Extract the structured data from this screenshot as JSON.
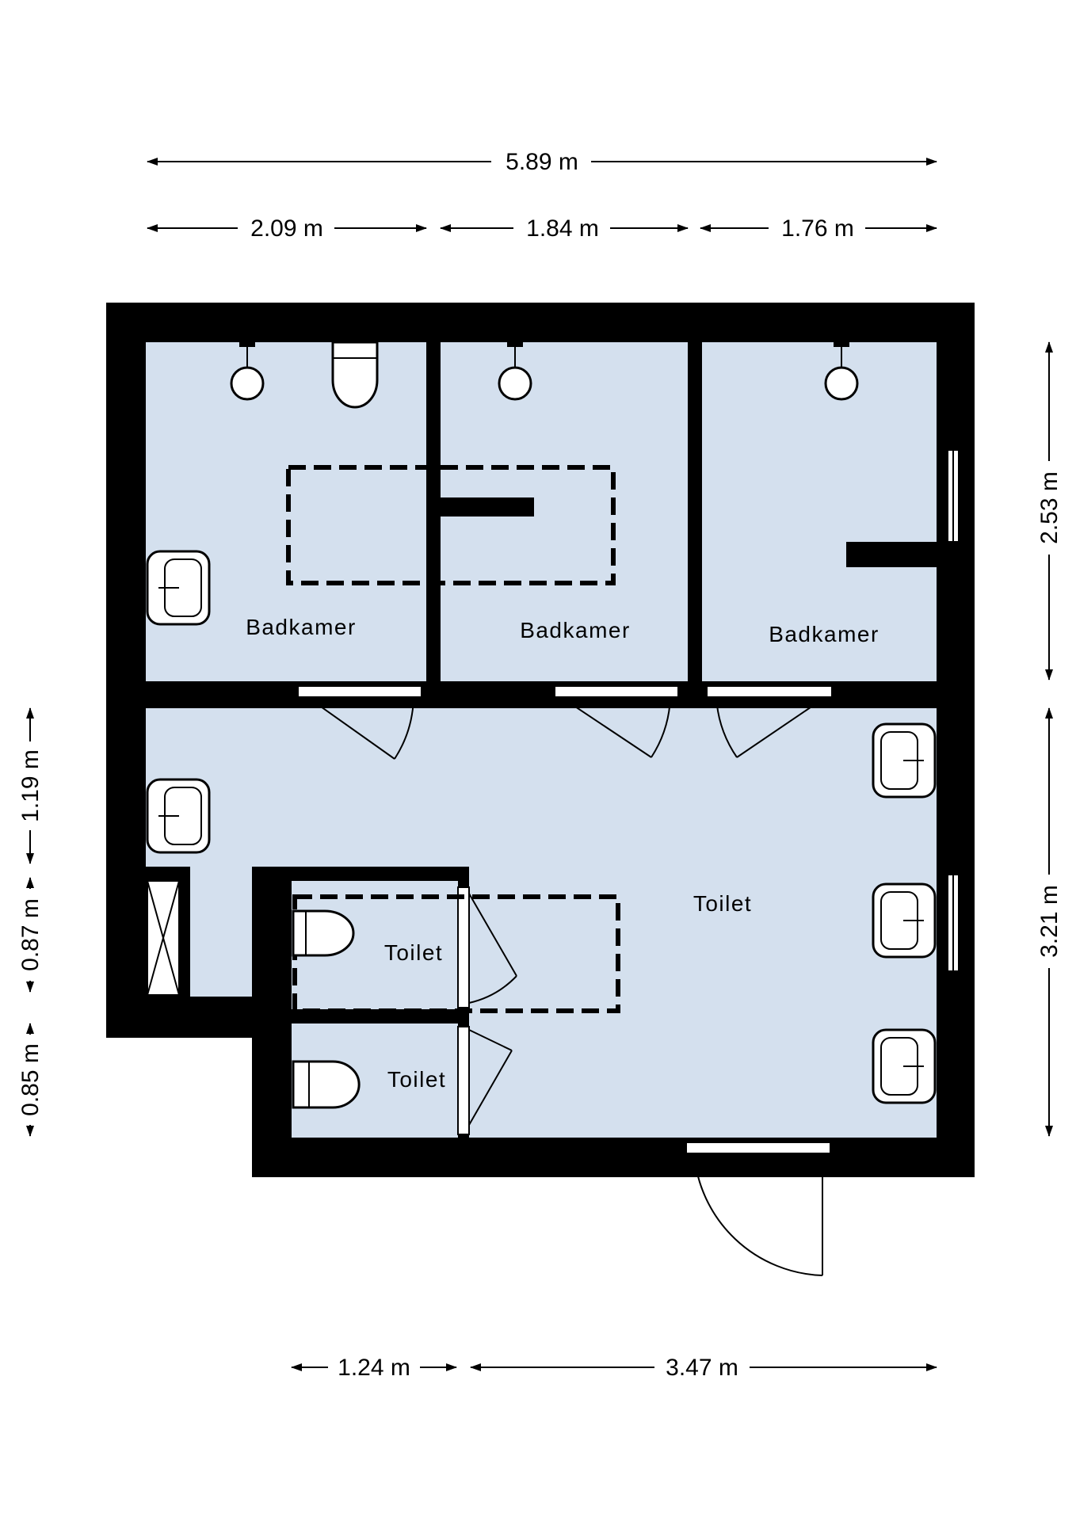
{
  "dimensions": {
    "top_total": "5.89 m",
    "top_left": "2.09 m",
    "top_mid": "1.84 m",
    "top_right": "1.76 m",
    "right_upper": "2.53 m",
    "right_lower": "3.21 m",
    "left_upper": "1.19 m",
    "left_mid": "0.87 m",
    "left_lower": "0.85 m",
    "bottom_left": "1.24 m",
    "bottom_right": "3.47 m"
  },
  "rooms": {
    "bathroom_1": "Badkamer",
    "bathroom_2": "Badkamer",
    "bathroom_3": "Badkamer",
    "toilet_main": "Toilet",
    "toilet_small_1": "Toilet",
    "toilet_small_2": "Toilet"
  },
  "colors": {
    "floor": "#d4e0ee",
    "wall": "#000000"
  }
}
